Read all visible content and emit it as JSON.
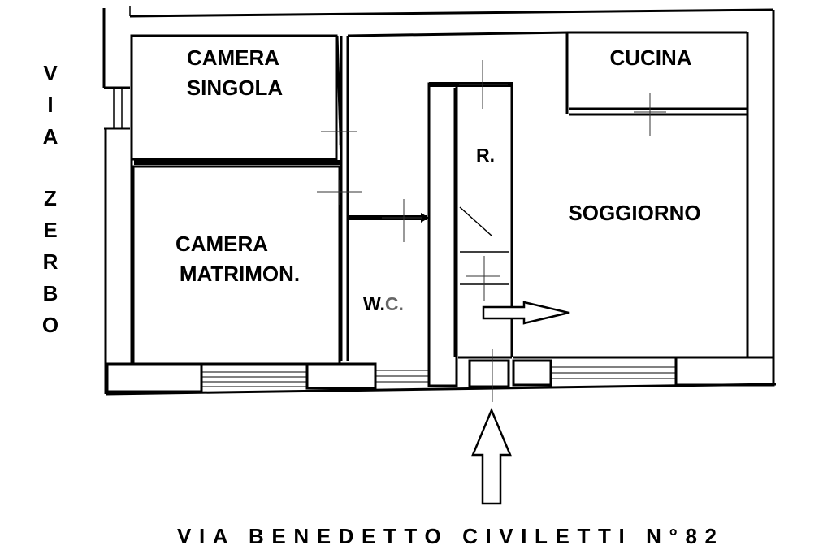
{
  "rooms": {
    "camera_singola_line1": "CAMERA",
    "camera_singola_line2": "SINGOLA",
    "camera_matrimoniale_line1": "CAMERA",
    "camera_matrimoniale_line2": "MATRIMON.",
    "cucina": "CUCINA",
    "soggiorno": "SOGGIORNO",
    "ripostiglio": "R.",
    "wc_dark": "W.",
    "wc_grey": "C."
  },
  "streets": {
    "side_letters": [
      "V",
      "I",
      "A",
      "Z",
      "E",
      "R",
      "B",
      "O"
    ],
    "front": "VIA BENEDETTO CIVILETTI N°82"
  },
  "colors": {
    "ink": "#000000",
    "wc_grey": "#666666",
    "background": "#ffffff"
  }
}
